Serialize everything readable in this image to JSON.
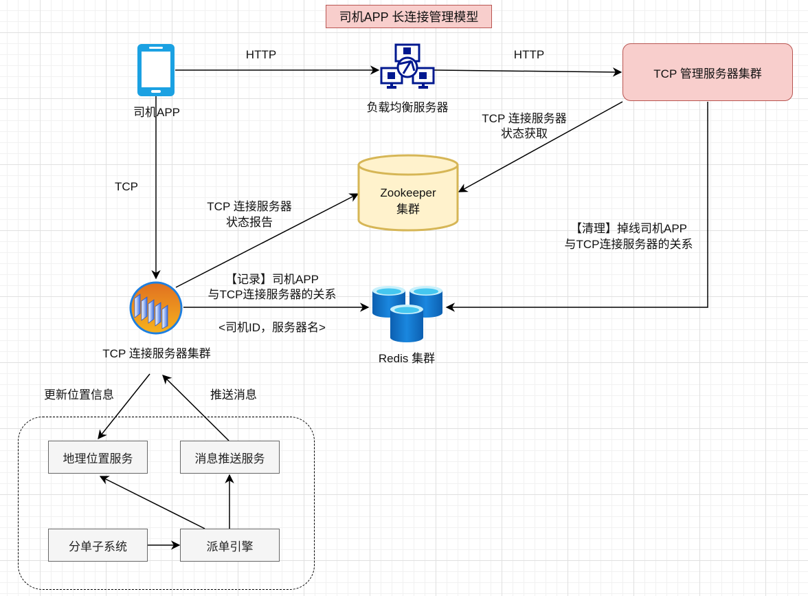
{
  "diagram": {
    "title": "司机APP 长连接管理模型",
    "nodes": {
      "driver_app": {
        "label": "司机APP",
        "icon": "mobile-phone-icon",
        "color": "#1ba1e2"
      },
      "load_balancer": {
        "label": "负载均衡服务器",
        "icon": "load-balancer-icon",
        "color": "#00188f"
      },
      "tcp_manager": {
        "label": "TCP 管理服务器集群",
        "fill": "#f8cecc",
        "stroke": "#b85450"
      },
      "zookeeper": {
        "label_line1": "Zookeeper",
        "label_line2": "集群",
        "fill": "#fff2cc",
        "stroke": "#d6b656"
      },
      "tcp_conn": {
        "label": "TCP 连接服务器集群",
        "icon": "server-cluster-icon"
      },
      "redis": {
        "label": "Redis 集群",
        "icon": "redis-database-icon",
        "color": "#0072c6"
      },
      "geo_service": {
        "label": "地理位置服务"
      },
      "push_service": {
        "label": "消息推送服务"
      },
      "order_split": {
        "label": "分单子系统"
      },
      "dispatch_engine": {
        "label": "派单引擎"
      }
    },
    "edges": {
      "app_to_lb": "HTTP",
      "lb_to_mgr": "HTTP",
      "app_to_tcp": "TCP",
      "mgr_to_zk_line1": "TCP 连接服务器",
      "mgr_to_zk_line2": "状态获取",
      "tcp_to_zk_line1": "TCP 连接服务器",
      "tcp_to_zk_line2": "状态报告",
      "tcp_to_redis_line1": "【记录】司机APP",
      "tcp_to_redis_line2": "与TCP连接服务器的关系",
      "tcp_to_redis_line3": "<司机ID，服务器名>",
      "mgr_to_redis_line1": "【清理】掉线司机APP",
      "mgr_to_redis_line2": "与TCP连接服务器的关系",
      "tcp_to_geo": "更新位置信息",
      "push_to_tcp": "推送消息"
    }
  }
}
